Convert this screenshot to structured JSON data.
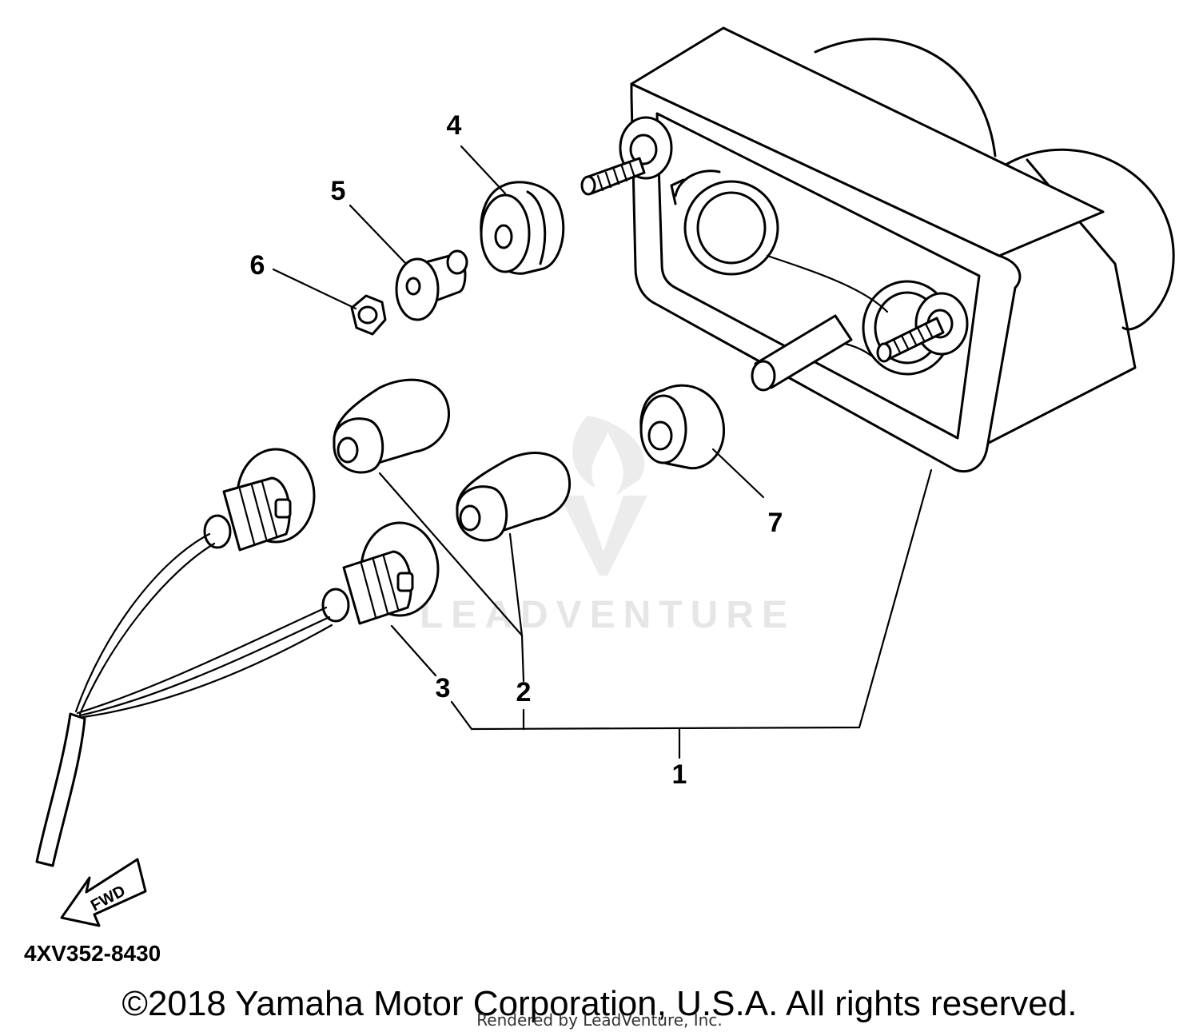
{
  "diagram": {
    "callouts": {
      "c1": "1",
      "c2": "2",
      "c3": "3",
      "c4": "4",
      "c5": "5",
      "c6": "6",
      "c7": "7"
    },
    "direction_label": "FWD",
    "part_number": "4XV352-8430"
  },
  "watermark": {
    "text": "LEADVENTURE"
  },
  "footer": {
    "copyright": "©2018 Yamaha Motor Corporation, U.S.A. All rights reserved.",
    "rendered_by": "Rendered by LeadVenture, Inc."
  },
  "colors": {
    "ink": "#000000",
    "background": "#ffffff",
    "watermark": "#e6e6e6"
  }
}
